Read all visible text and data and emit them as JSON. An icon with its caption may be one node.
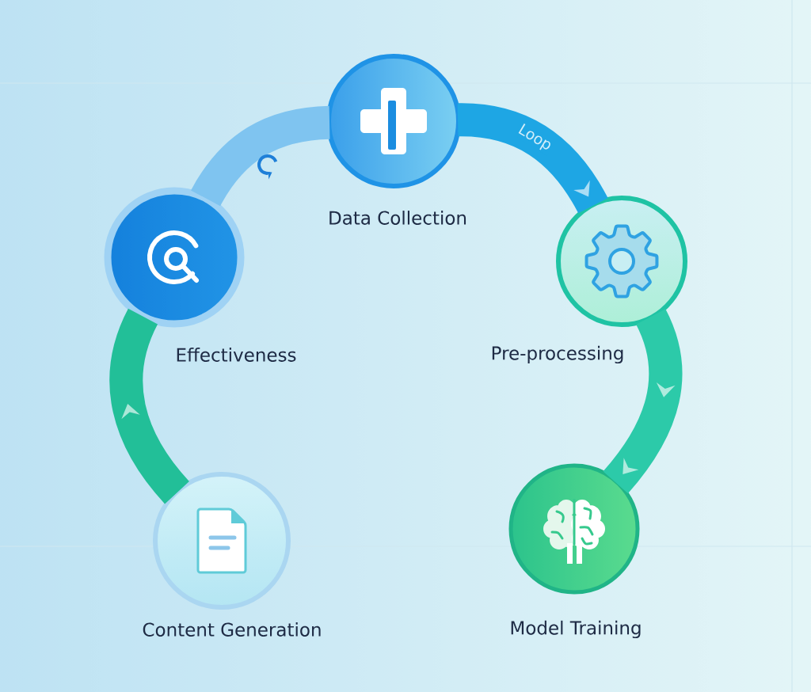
{
  "diagram": {
    "nodes": [
      {
        "text": [
          "Data Collection"
        ]
      },
      {
        "text": [
          "Pre-processing"
        ]
      },
      {
        "text": [
          "Model Training"
        ]
      },
      {
        "text": [
          "Content Generation"
        ]
      },
      {
        "text": [
          "Effectiveness"
        ]
      }
    ],
    "edges": [
      {
        "from": 0,
        "to": 1,
        "arrow": "to",
        "label": "Loop",
        "color": "#1ea6e4"
      },
      {
        "from": 1,
        "to": 2,
        "arrow": "to",
        "color": "#2ccaa9"
      },
      {
        "from": 3,
        "to": 4,
        "arrow": "to",
        "color": "#22bf98"
      },
      {
        "from": 4,
        "to": 0,
        "arrow": "none",
        "color": "#7fc4f0"
      }
    ]
  }
}
